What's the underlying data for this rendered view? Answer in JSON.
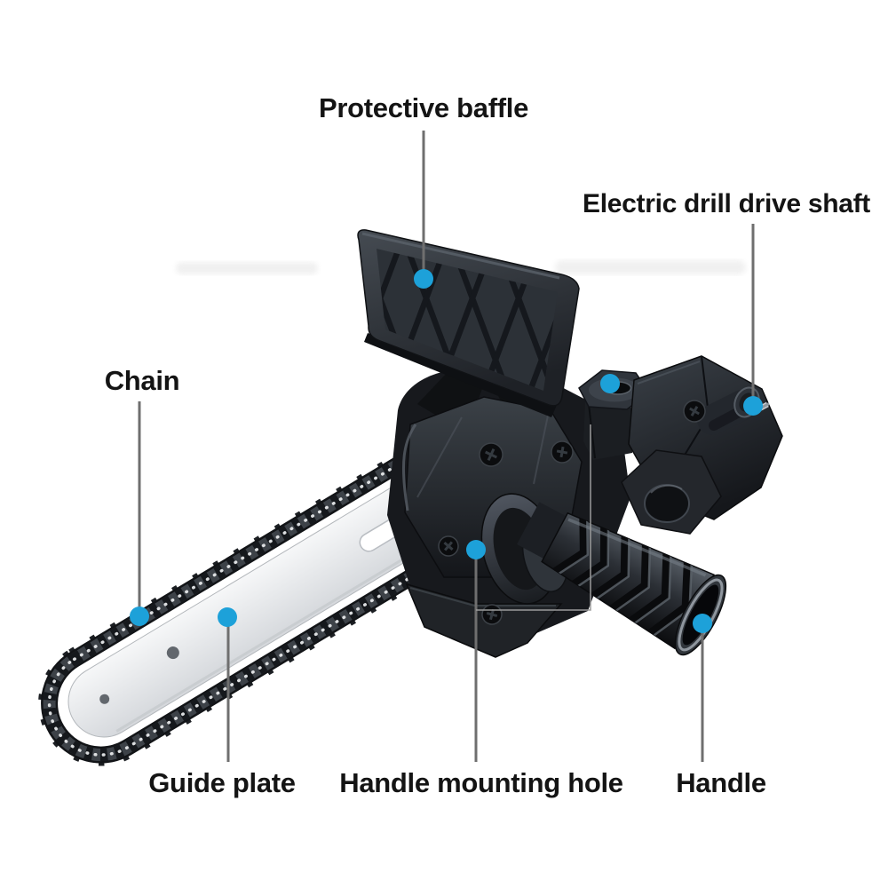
{
  "style": {
    "background": "#ffffff",
    "accent_dot": "#1da1d9",
    "leader_line": "#6f6f6f",
    "leader_branch": "#9b9b9b",
    "label_color": "#141414"
  },
  "annotations": [
    {
      "id": "protective-baffle",
      "label": "Protective baffle"
    },
    {
      "id": "electric-drill-drive-shaft",
      "label": "Electric drill drive shaft"
    },
    {
      "id": "chain",
      "label": "Chain"
    },
    {
      "id": "guide-plate",
      "label": "Guide plate"
    },
    {
      "id": "handle-mounting-hole",
      "label": "Handle mounting hole"
    },
    {
      "id": "handle",
      "label": "Handle"
    }
  ],
  "unlabeled_markers": [
    {
      "id": "top-hex-hole-dot"
    }
  ]
}
